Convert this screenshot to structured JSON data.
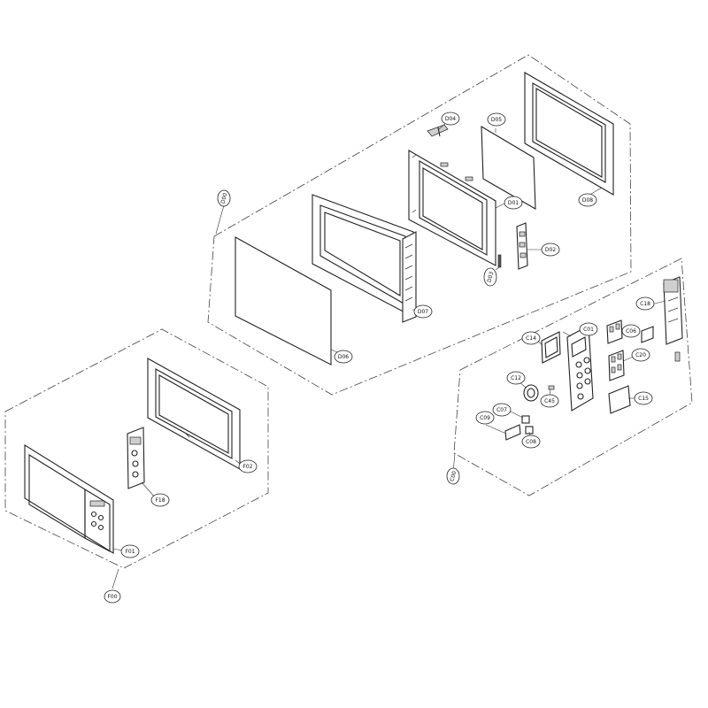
{
  "callouts": {
    "d00": "D00",
    "d01": "D01",
    "d02": "D02",
    "d03": "D03",
    "d04": "D04",
    "d05": "D05",
    "d06": "D06",
    "d07": "D07",
    "d08": "D08",
    "c00": "C00",
    "c01": "C01",
    "c06": "C06",
    "c07": "C07",
    "c08": "C08",
    "c09": "C09",
    "c12": "C12",
    "c14": "C14",
    "c15": "C15",
    "c18": "C18",
    "c20": "C20",
    "c45": "C45",
    "f00": "F00",
    "f01": "F01",
    "f02": "F02",
    "f18": "F18"
  }
}
